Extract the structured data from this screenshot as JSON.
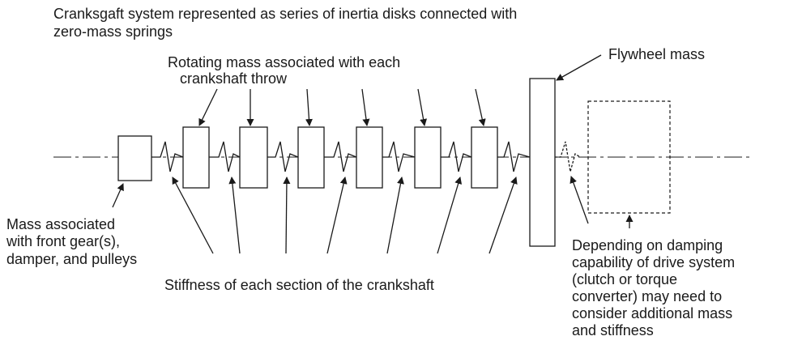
{
  "labels": {
    "title_line1": "Cranksgaft system represented as series of inertia disks connected with",
    "title_line2": "zero-mass springs",
    "rotating_line1": "Rotating mass associated with each",
    "rotating_line2": "crankshaft throw",
    "flywheel": "Flywheel mass",
    "front_line1": "Mass associated",
    "front_line2": "with front gear(s),",
    "front_line3": "damper, and pulleys",
    "stiffness": "Stiffness of each section of the crankshaft",
    "damping_line1": "Depending on damping",
    "damping_line2": "capability of drive system",
    "damping_line3": "(clutch or torque",
    "damping_line4": "converter) may need to",
    "damping_line5": "consider additional mass",
    "damping_line6": "and stiffness"
  }
}
